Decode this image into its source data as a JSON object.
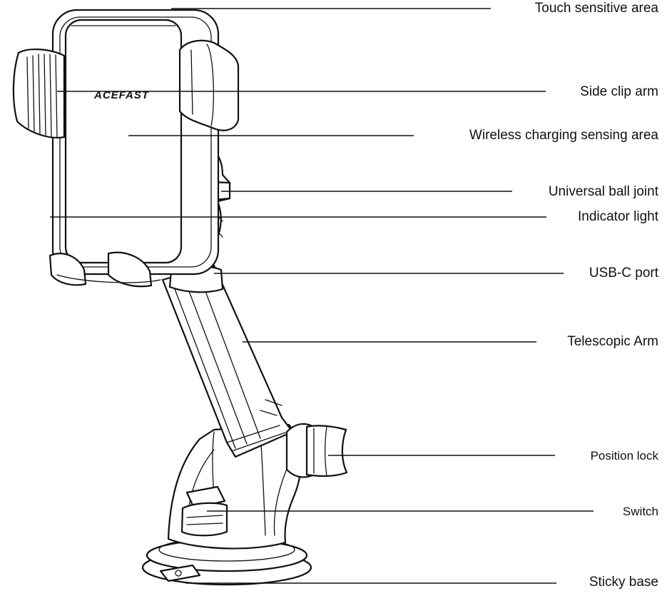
{
  "brand": "ACEFAST",
  "callouts": [
    {
      "id": "touch",
      "label": "Touch sensitive area"
    },
    {
      "id": "clip",
      "label": "Side clip arm"
    },
    {
      "id": "wireless",
      "label": "Wireless charging sensing area"
    },
    {
      "id": "ball",
      "label": "Universal ball joint"
    },
    {
      "id": "indicator",
      "label": "Indicator light"
    },
    {
      "id": "usbc",
      "label": "USB-C port"
    },
    {
      "id": "arm",
      "label": "Telescopic Arm"
    },
    {
      "id": "lock",
      "label": "Position lock"
    },
    {
      "id": "switch",
      "label": "Switch"
    },
    {
      "id": "base",
      "label": "Sticky base"
    }
  ]
}
